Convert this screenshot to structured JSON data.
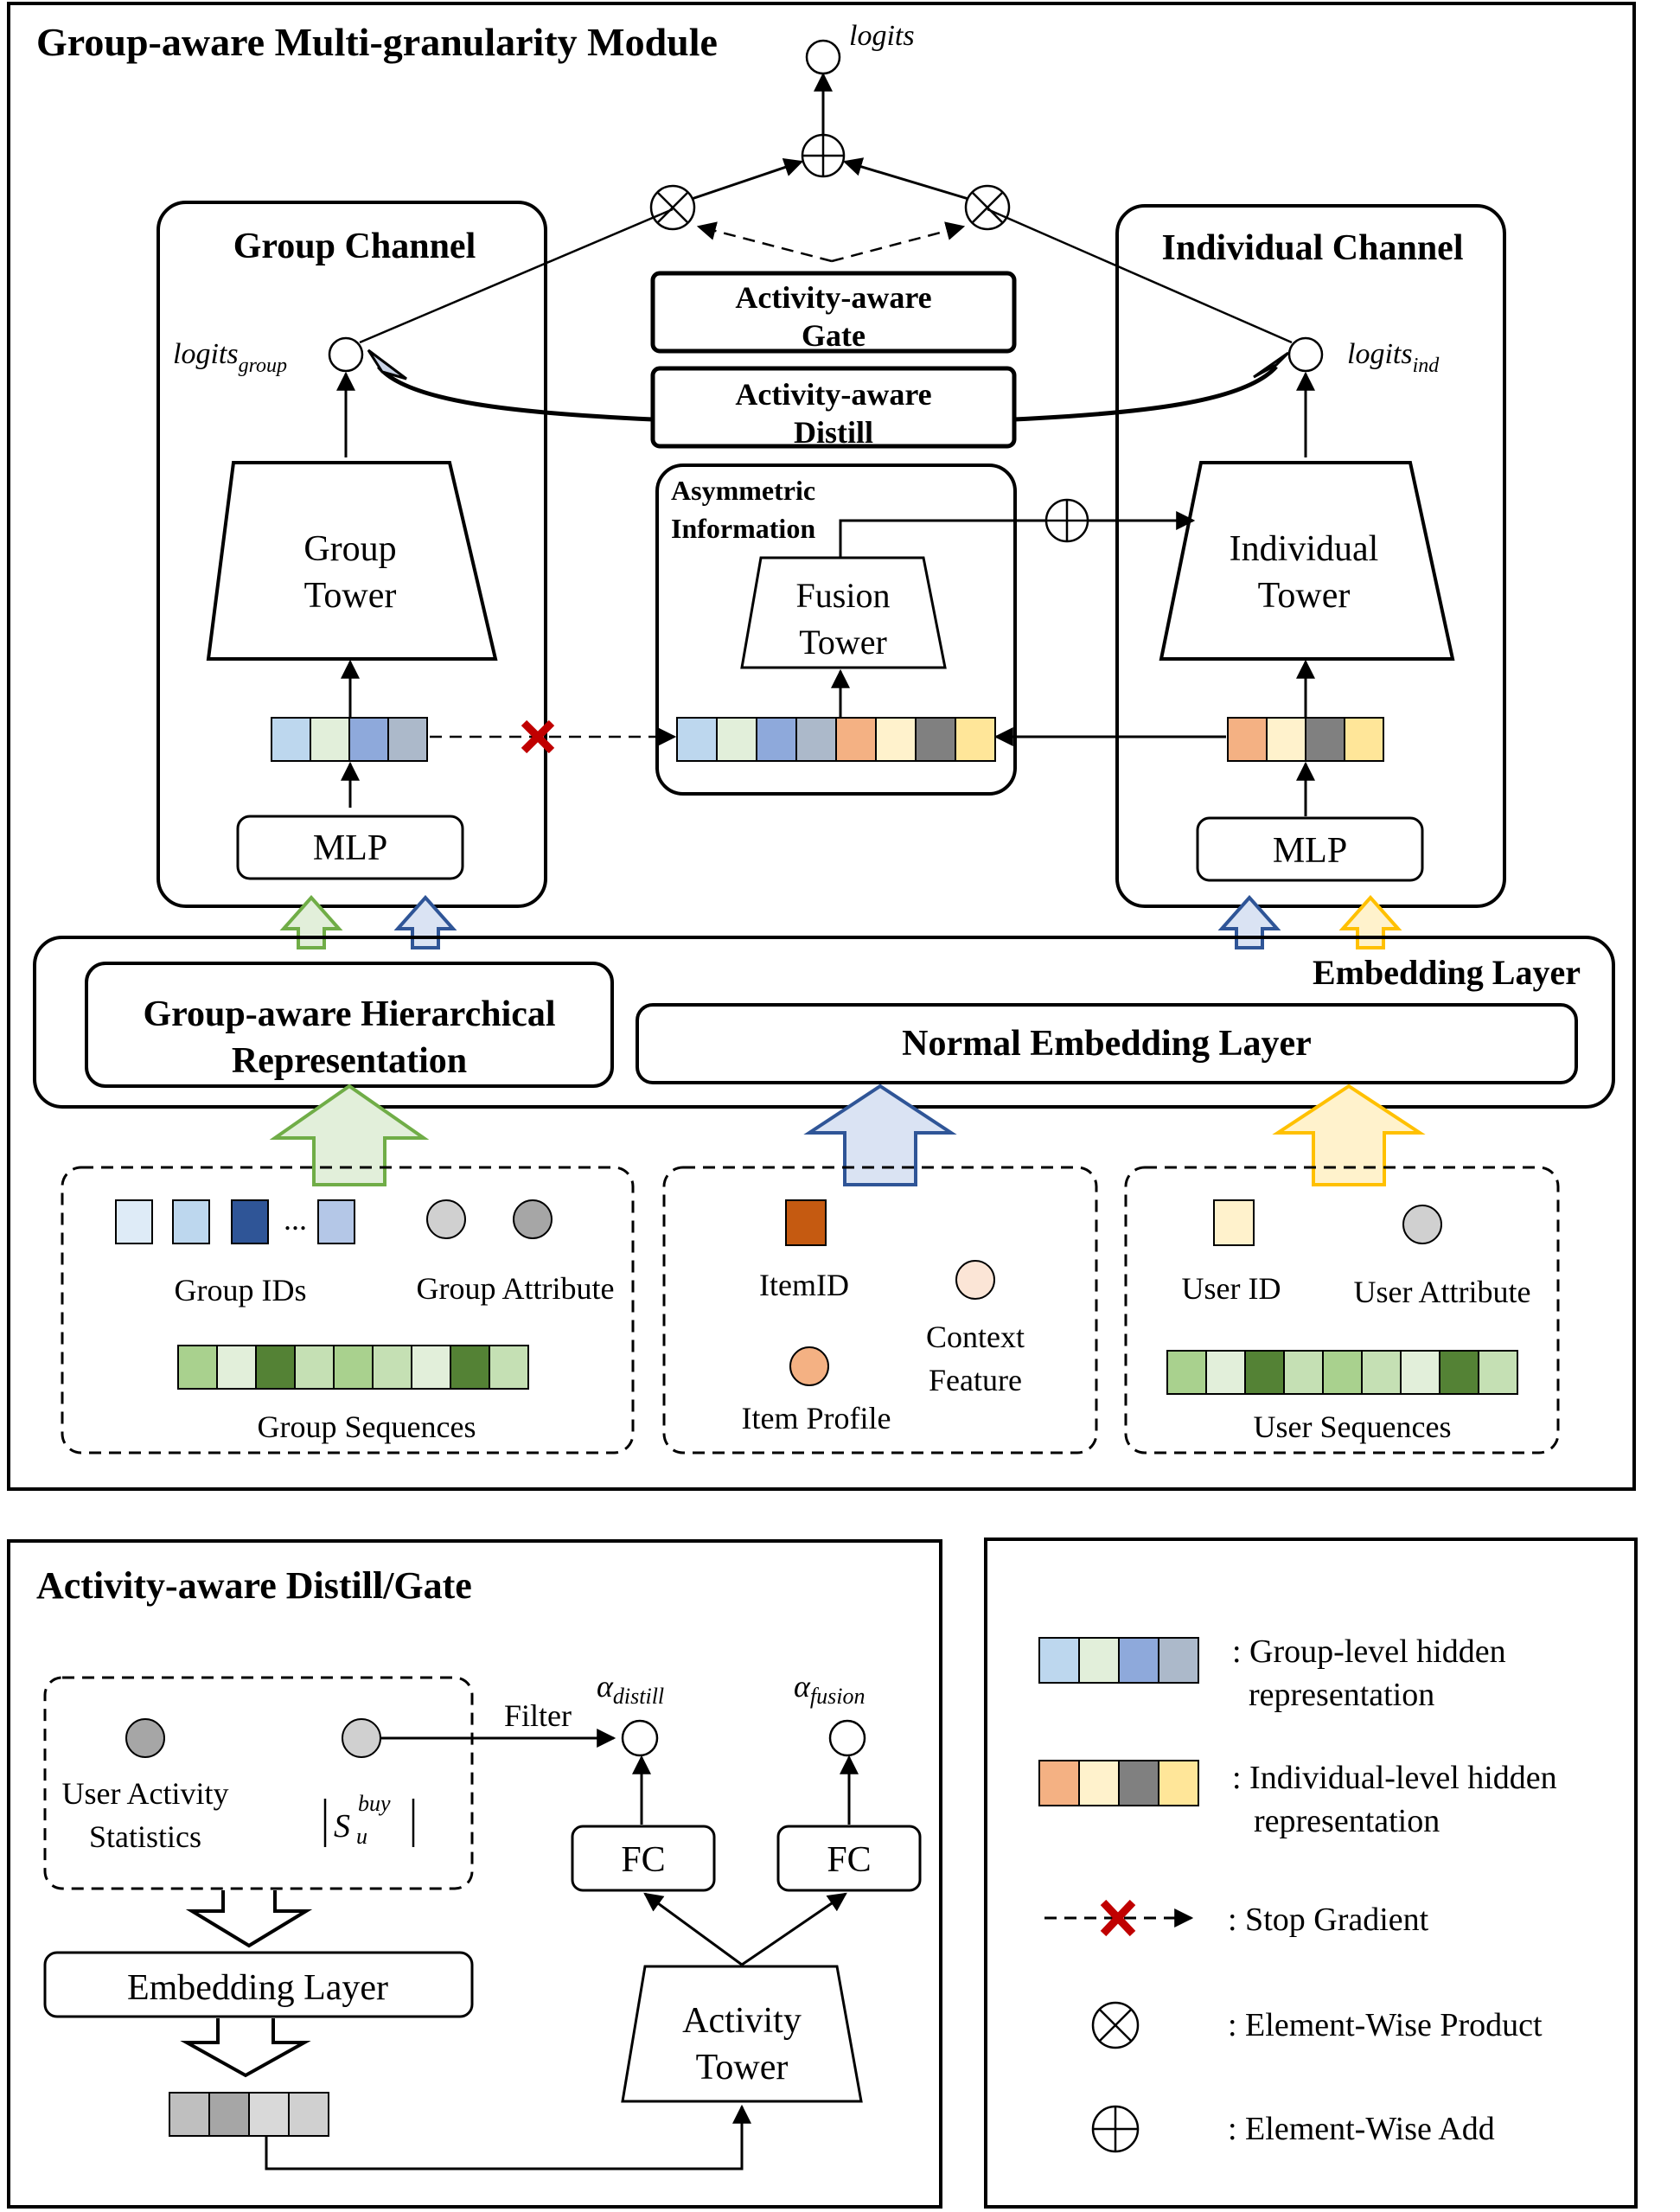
{
  "module": {
    "title": "Group-aware Multi-granularity Module",
    "logits": "logits",
    "group_channel": {
      "title": "Group Channel",
      "logits_base": "logits",
      "logits_sub": "group",
      "tower": [
        "Group",
        "Tower"
      ],
      "mlp": "MLP",
      "hidden_colors": [
        "#bdd7ee",
        "#e2efda",
        "#8ea9db",
        "#acb9ca"
      ]
    },
    "individual_channel": {
      "title": "Individual Channel",
      "logits_base": "logits",
      "logits_sub": "ind",
      "tower": [
        "Individual",
        "Tower"
      ],
      "mlp": "MLP",
      "hidden_colors": [
        "#f4b183",
        "#fff2cc",
        "#808080",
        "#ffe699"
      ]
    },
    "gate": [
      "Activity-aware",
      "Gate"
    ],
    "distill": [
      "Activity-aware",
      "Distill"
    ],
    "asymmetric": {
      "title": [
        "Asymmetric",
        "Information"
      ],
      "tower": [
        "Fusion",
        "Tower"
      ]
    },
    "embedding": {
      "title": "Embedding Layer",
      "group_repr": [
        "Group-aware Hierarchical",
        "Representation"
      ],
      "normal": "Normal Embedding Layer"
    },
    "inputs": {
      "group": {
        "ids": "Group IDs",
        "attribute": "Group Attribute",
        "sequences": "Group Sequences",
        "dots": "..."
      },
      "item": {
        "item_id": "ItemID",
        "context": [
          "Context",
          "Feature"
        ],
        "profile": "Item Profile"
      },
      "user": {
        "user_id": "User ID",
        "attribute": "User Attribute",
        "sequences": "User Sequences"
      }
    }
  },
  "distill_gate": {
    "title": "Activity-aware Distill/Gate",
    "stats": [
      "User Activity",
      "Statistics"
    ],
    "s_base": "S",
    "s_sub": "u",
    "s_sup": "buy",
    "filter": "Filter",
    "embedding": "Embedding Layer",
    "fc1": "FC",
    "fc2": "FC",
    "tower": [
      "Activity",
      "Tower"
    ],
    "alpha_distill_sub": "distill",
    "alpha_fusion_sub": "fusion",
    "alpha": "α"
  },
  "legend": {
    "group_hidden": [
      ": Group-level hidden",
      "representation"
    ],
    "individual_hidden": [
      ":  Individual-level hidden",
      "representation"
    ],
    "stop_gradient": ": Stop Gradient",
    "product": ": Element-Wise Product",
    "add": ": Element-Wise Add"
  },
  "colors": {
    "green_arrow_fill": "#e2efda",
    "green_arrow_stroke": "#70ad47",
    "blue_arrow_fill": "#dae3f3",
    "blue_arrow_stroke": "#2f5597",
    "yellow_arrow_fill": "#fff2cc",
    "yellow_arrow_stroke": "#ffc000",
    "stop_red": "#c00000"
  }
}
